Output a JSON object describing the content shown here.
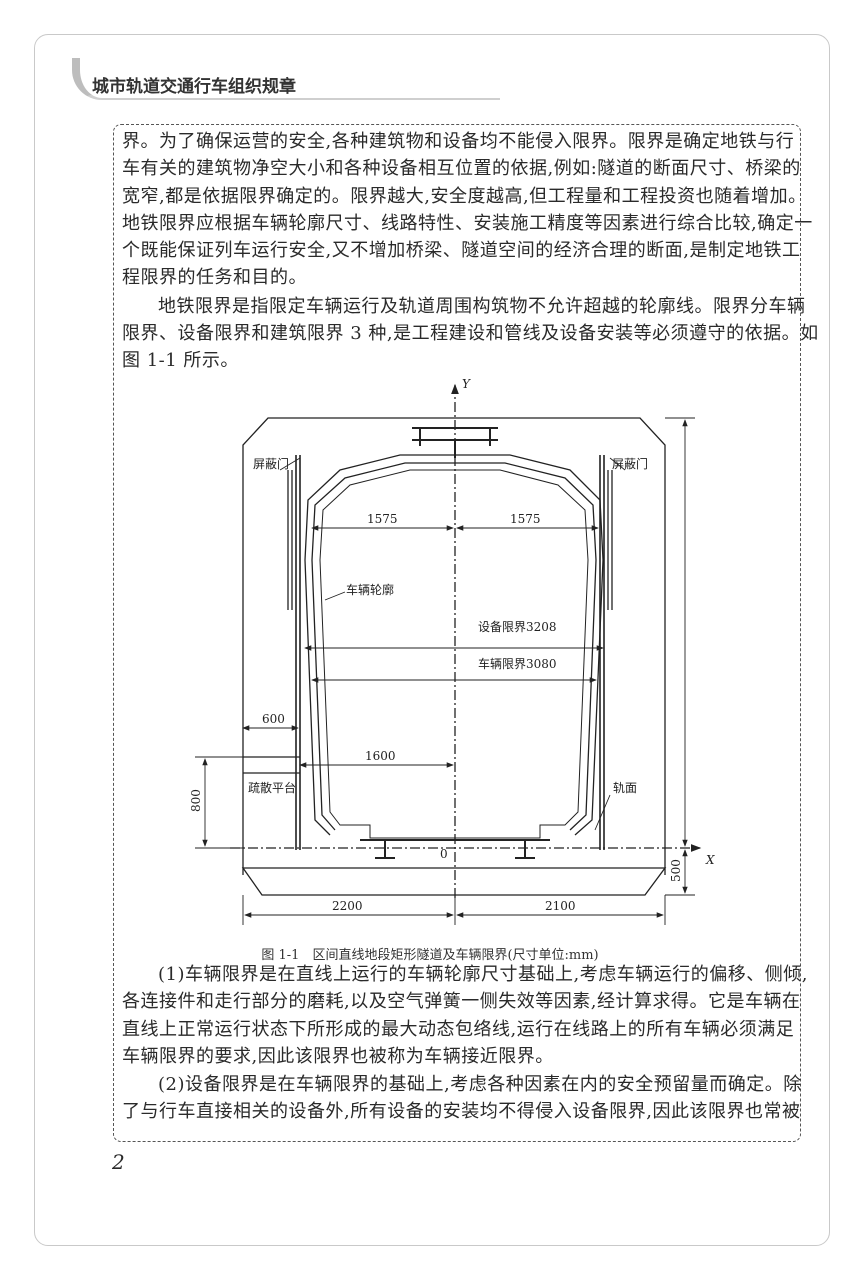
{
  "header": {
    "title": "城市轨道交通行车组织规章"
  },
  "paragraphs_top": [
    {
      "lines": [
        "界。为了确保运营的安全,各种建筑物和设备均不能侵入限界。限界是确定地铁与行",
        "车有关的建筑物净空大小和各种设备相互位置的依据,例如:隧道的断面尺寸、桥梁的",
        "宽窄,都是依据限界确定的。限界越大,安全度越高,但工程量和工程投资也随着增加。",
        "地铁限界应根据车辆轮廓尺寸、线路特性、安装施工精度等因素进行综合比较,确定一",
        "个既能保证列车运行安全,又不增加桥梁、隧道空间的经济合理的断面,是制定地铁工",
        "程限界的任务和目的。"
      ]
    },
    {
      "lines": [
        "地铁限界是指限定车辆运行及轨道周围构筑物不允许超越的轮廓线。限界分车辆",
        "限界、设备限界和建筑限界 3 种,是工程建设和管线及设备安装等必须遵守的依据。如",
        "图 1-1 所示。"
      ]
    }
  ],
  "figure": {
    "axis_y": "Y",
    "axis_x": "X",
    "origin": "0",
    "labels": {
      "screen_door_left": "屏蔽门",
      "screen_door_right": "屏蔽门",
      "vehicle_outline": "车辆轮廓",
      "evacuation_platform": "疏散平台",
      "rail_surface": "轨面"
    },
    "dimensions": {
      "half_width_left": "1575",
      "half_width_right": "1575",
      "equipment_gauge": "设备限界3208",
      "vehicle_gauge": "车辆限界3080",
      "platform_width": "600",
      "platform_offset": "1600",
      "platform_height": "800",
      "base_height": "500",
      "bottom_left": "2200",
      "bottom_right": "2100"
    },
    "caption": "图 1-1　区间直线地段矩形隧道及车辆限界(尺寸单位:mm)"
  },
  "paragraphs_bottom": [
    {
      "lines": [
        "(1)车辆限界是在直线上运行的车辆轮廓尺寸基础上,考虑车辆运行的偏移、侧倾,",
        "各连接件和走行部分的磨耗,以及空气弹簧一侧失效等因素,经计算求得。它是车辆在",
        "直线上正常运行状态下所形成的最大动态包络线,运行在线路上的所有车辆必须满足",
        "车辆限界的要求,因此该限界也被称为车辆接近限界。"
      ]
    },
    {
      "lines": [
        "(2)设备限界是在车辆限界的基础上,考虑各种因素在内的安全预留量而确定。除",
        "了与行车直接相关的设备外,所有设备的安装均不得侵入设备限界,因此该限界也常被"
      ]
    }
  ],
  "page_number": "2"
}
